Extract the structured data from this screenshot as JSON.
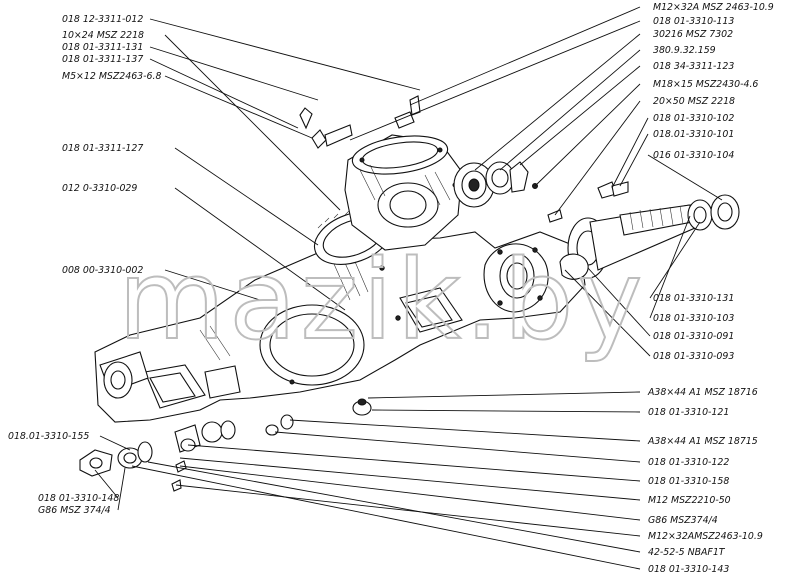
{
  "watermark": "mazik.by",
  "labels_left_top": [
    "018 12-3311-012",
    "10×24 MSZ 2218",
    "018 01-3311-131",
    "018 01-3311-137",
    "M5×12 MSZ2463-6.8"
  ],
  "labels_left_mid": [
    "018 01-3311-127",
    "012 0-3310-029",
    "008 00-3310-002"
  ],
  "labels_left_bottom": [
    "018.01-3310-155",
    "018 01-3310-148",
    "G86 MSZ 374/4"
  ],
  "labels_right_top": [
    "M12×32A MSZ 2463-10.9",
    "018 01-3310-113",
    "30216 MSZ 7302",
    "380.9.32.159",
    "018 34-3311-123",
    "M18×15 MSZ2430-4.6",
    "20×50 MSZ 2218",
    "018 01-3310-102",
    "018.01-3310-101",
    "016 01-3310-104"
  ],
  "labels_right_mid": [
    "018 01-3310-131",
    "018 01-3310-103",
    "018 01-3310-091",
    "018 01-3310-093"
  ],
  "labels_right_bottom": [
    "A38×44 A1 MSZ 18716",
    "018 01-3310-121",
    "A38×44 A1 MSZ 18715",
    "018 01-3310-122",
    "018 01-3310-158",
    "M12 MSZ2210-50",
    "G86 MSZ374/4",
    "M12×32AMSZ2463-10.9",
    "42-52-5 NBAF1T",
    "018 01-3310-143"
  ]
}
